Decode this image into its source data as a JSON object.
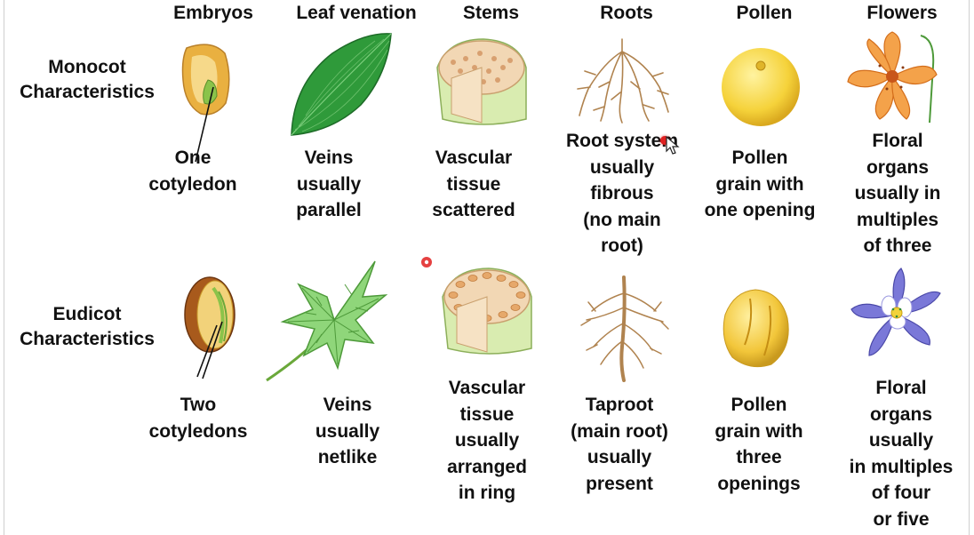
{
  "columns": [
    {
      "key": "embryos",
      "label": "Embryos",
      "icon": "embryo-icon"
    },
    {
      "key": "leaf",
      "label": "Leaf venation",
      "icon": "leaf-icon"
    },
    {
      "key": "stems",
      "label": "Stems",
      "icon": "stem-icon"
    },
    {
      "key": "roots",
      "label": "Roots",
      "icon": "root-icon"
    },
    {
      "key": "pollen",
      "label": "Pollen",
      "icon": "pollen-icon"
    },
    {
      "key": "flowers",
      "label": "Flowers",
      "icon": "flower-icon"
    }
  ],
  "rows": {
    "monocot": {
      "label": [
        "Monocot",
        "Characteristics"
      ],
      "embryos": [
        "One",
        "cotyledon"
      ],
      "leaf": [
        "Veins",
        "usually",
        "parallel"
      ],
      "stems": [
        "Vascular",
        "tissue",
        "scattered"
      ],
      "roots": [
        "Root system",
        "usually",
        "fibrous",
        "(no main",
        "root)"
      ],
      "pollen": [
        "Pollen",
        "grain with",
        "one opening"
      ],
      "flowers": [
        "Floral",
        "organs",
        "usually in",
        "multiples",
        "of three"
      ]
    },
    "eudicot": {
      "label": [
        "Eudicot",
        "Characteristics"
      ],
      "embryos": [
        "Two",
        "cotyledons"
      ],
      "leaf": [
        "Veins",
        "usually",
        "netlike"
      ],
      "stems": [
        "Vascular",
        "tissue",
        "usually",
        "arranged",
        "in ring"
      ],
      "roots": [
        "Taproot",
        "(main root)",
        "usually",
        "present"
      ],
      "pollen": [
        "Pollen",
        "grain with",
        "three",
        "openings"
      ],
      "flowers": [
        "Floral",
        "organs",
        "usually",
        "in multiples",
        "of four",
        "or five"
      ]
    }
  },
  "colors": {
    "text": "#111111",
    "seed": "#e9b040",
    "leaf_green": "#2f9a3a",
    "stem_tan": "#f2d7b4",
    "root_brown": "#b0834f",
    "pollen_yellow": "#f5d23a",
    "flower_orange": "#f4a24a",
    "flower_purple": "#7a78d8",
    "cursor_red": "#e02020"
  }
}
